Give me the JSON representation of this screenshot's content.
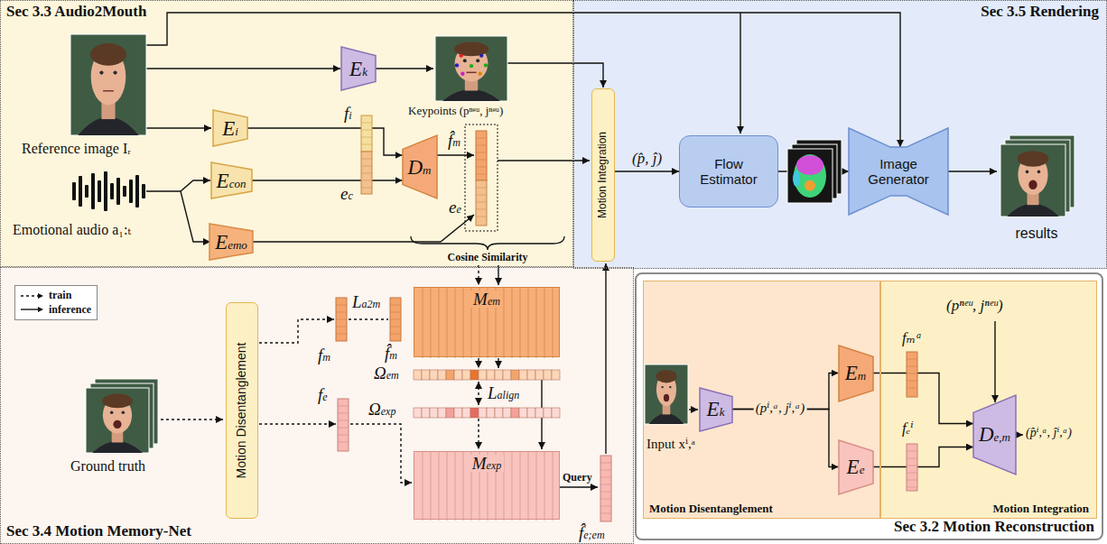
{
  "diagram": {
    "nodes": [
      {
        "text": [
          "Sec 3.3 Audio2Mouth"
        ]
      },
      {
        "text": [
          "Ek"
        ],
        "in": 0
      },
      {
        "text": [
          "Ei"
        ],
        "in": 0
      },
      {
        "text": [
          "Econ"
        ],
        "in": 0
      },
      {
        "text": [
          "Eemo"
        ],
        "in": 0
      },
      {
        "text": [
          "Dm"
        ],
        "in": 0
      },
      {
        "text": [
          "Sec 3.5 Rendering"
        ]
      },
      {
        "text": [
          "Motion Integration"
        ],
        "in": 6
      },
      {
        "text": [
          "Flow Estimator"
        ],
        "in": 6
      },
      {
        "text": [
          "Image Generator"
        ],
        "in": 6
      },
      {
        "text": [
          "Sec 3.4 Motion Memory-Net"
        ]
      },
      {
        "text": [
          "Motion Disentanglement"
        ],
        "in": 10
      },
      {
        "text": [
          "Mem"
        ],
        "in": 10
      },
      {
        "text": [
          "Mexp"
        ],
        "in": 10
      },
      {
        "text": [
          "Sec 3.2 Motion Reconstruction"
        ]
      },
      {
        "text": [
          "Motion Disentanglement"
        ],
        "in": 14
      },
      {
        "text": [
          "Ek"
        ],
        "in": 15
      },
      {
        "text": [
          "Em"
        ],
        "in": 15
      },
      {
        "text": [
          "Ee"
        ],
        "in": 15
      },
      {
        "text": [
          "Motion Integration"
        ],
        "in": 14
      },
      {
        "text": [
          "De,m"
        ],
        "in": 19
      }
    ],
    "edges": [
      {
        "from": 7,
        "to": 8,
        "label": "(p̂, ĵ)",
        "arrow": "to"
      },
      {
        "from": 8,
        "to": 9,
        "arrow": "to"
      },
      {
        "from": 2,
        "to": 5,
        "arrow": "to"
      },
      {
        "from": 3,
        "to": 5,
        "arrow": "to"
      },
      {
        "from": 16,
        "to": 17,
        "arrow": "to"
      },
      {
        "from": 16,
        "to": 18,
        "arrow": "to"
      },
      {
        "from": 17,
        "to": 20,
        "arrow": "to"
      },
      {
        "from": 18,
        "to": 20,
        "arrow": "to"
      }
    ],
    "labels": [
      "Reference image Iᵣ",
      "Keypoints (pⁿᵉᵘ, jⁿᵉᵘ)",
      "fi",
      "ec",
      "f̂m",
      "ee",
      "Emotional audio a₁:ₜ",
      "Cosine Similarity",
      "results",
      "Ground truth",
      "fm",
      "La2m",
      "f̂m",
      "fe",
      "Ωem",
      "Lalign",
      "Ωexp",
      "Query",
      "f̂e;em",
      "Input xⁱ,ᵃ",
      "(pⁱ,ᵃ, jⁱ,ᵃ)",
      "fₘᵃ",
      "(pⁿᵉᵘ, jⁿᵉᵘ)",
      "fₑⁱ",
      "(p̂ⁱ,ᵃ, ĵⁱ,ᵃ)"
    ],
    "legend": [
      {
        "text": "train"
      },
      {
        "text": "inference"
      }
    ]
  }
}
